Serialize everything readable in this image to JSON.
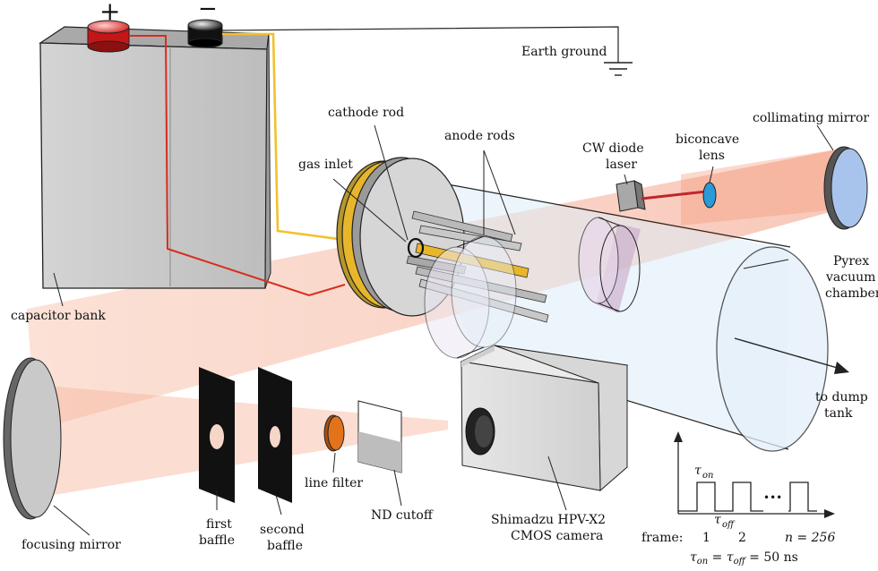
{
  "labels": {
    "plus": "+",
    "minus": "−",
    "earth_ground": "Earth ground",
    "capacitor_bank": "capacitor bank",
    "cathode_rod": "cathode rod",
    "anode_rods": "anode rods",
    "gas_inlet": "gas inlet",
    "cw_diode_laser_1": "CW diode",
    "cw_diode_laser_2": "laser",
    "biconcave_lens_1": "biconcave",
    "biconcave_lens_2": "lens",
    "collimating_mirror": "collimating mirror",
    "pyrex_1": "Pyrex",
    "pyrex_2": "vacuum",
    "pyrex_3": "chamber",
    "to_dump_1": "to dump",
    "to_dump_2": "tank",
    "focusing_mirror": "focusing mirror",
    "first_baffle_1": "first",
    "first_baffle_2": "baffle",
    "second_baffle_1": "second",
    "second_baffle_2": "baffle",
    "line_filter": "line filter",
    "nd_cutoff": "ND cutoff",
    "camera_1": "Shimadzu HPV-X2",
    "camera_2": "CMOS camera"
  },
  "timing": {
    "tau": "τ",
    "on": "on",
    "off": "off",
    "frame_label": "frame:",
    "frame_1": "1",
    "frame_2": "2",
    "dots": "•••",
    "n_label": "n = 256",
    "equation_tau": "τ",
    "equation_rest": " = ",
    "equation_value": " = 50 ns"
  },
  "colors": {
    "beam": "#f4a88c",
    "wire_positive": "#d62d20",
    "wire_negative": "#f2c12e",
    "electrode_gold": "#e8b62a",
    "chamber_tint": "#dcecf8",
    "mirror_blue": "#a9c4ec",
    "laser_red": "#c0262d",
    "lens_blue": "#2a9ad8",
    "filter_orange": "#e2731a"
  }
}
